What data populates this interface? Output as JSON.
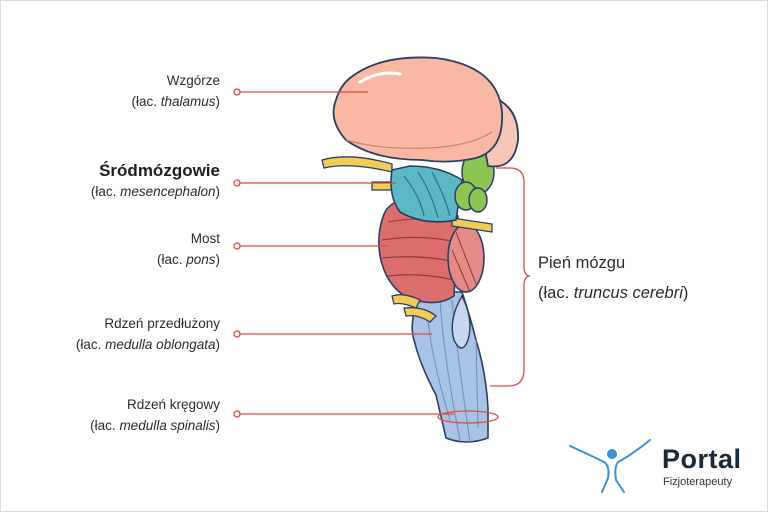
{
  "labels": [
    {
      "id": "thalamus",
      "name": "Wzgórze",
      "prefix": "(łac. ",
      "latin": "thalamus",
      "suffix": ")"
    },
    {
      "id": "midbrain",
      "name": "Śródmózgowie",
      "prefix": "(łac. ",
      "latin": "mesencephalon",
      "suffix": ")"
    },
    {
      "id": "pons",
      "name": "Most",
      "prefix": "(łac. ",
      "latin": "pons",
      "suffix": ")"
    },
    {
      "id": "medulla",
      "name": "Rdzeń przedłużony",
      "prefix": "(łac. ",
      "latin": "medulla oblongata",
      "suffix": ")"
    },
    {
      "id": "spinal",
      "name": "Rdzeń kręgowy",
      "prefix": "(łac. ",
      "latin": "medulla spinalis",
      "suffix": ")"
    }
  ],
  "brainstem": {
    "name": "Pień mózgu",
    "prefix": "(łac. ",
    "latin": "truncus cerebri",
    "suffix": ")"
  },
  "logo": {
    "name": "Portal",
    "sub": "Fizjoterapeuty"
  },
  "colors": {
    "leader": "#e04a3c",
    "thalamus": "#f8b8a4",
    "midbrain": "#5bb8c4",
    "pons": "#dc6f6d",
    "medulla": "#a9c3e4",
    "nerves": "#f1cd58",
    "green": "#8dc456",
    "logo_figure": "#3a8fd6"
  }
}
